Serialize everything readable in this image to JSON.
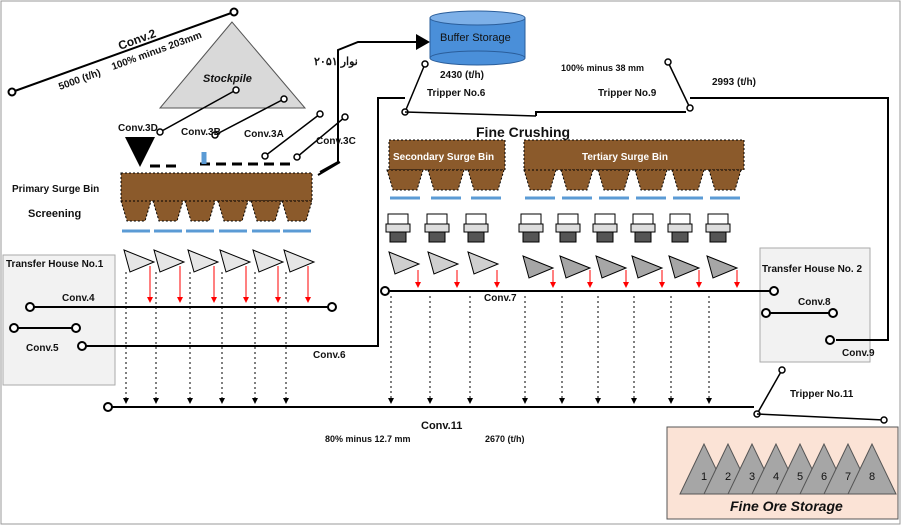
{
  "labels": {
    "conv2": "Conv.2",
    "conv2_rate": "5000 (t/h)",
    "conv2_size": "100% minus 203mm",
    "stockpile": "Stockpile",
    "conv3d": "Conv.3D",
    "conv3b": "Conv.3B",
    "conv3a": "Conv.3A",
    "conv3c": "Conv.3C",
    "arabic_conv": "نوار ۲۰۵۱",
    "buffer_storage": "Buffer Storage",
    "buffer_rate": "2430 (t/h)",
    "tripper6": "Tripper No.6",
    "size_38": "100% minus 38 mm",
    "tripper9": "Tripper No.9",
    "rate_2993": "2993 (t/h)",
    "fine_crushing": "Fine Crushing",
    "secondary_bin": "Secondary Surge Bin",
    "tertiary_bin": "Tertiary Surge Bin",
    "primary_bin": "Primary Surge Bin",
    "screening": "Screening",
    "transfer1": "Transfer House No.1",
    "transfer2": "Transfer House No. 2",
    "conv4": "Conv.4",
    "conv5": "Conv.5",
    "conv6": "Conv.6",
    "conv7": "Conv.7",
    "conv8": "Conv.8",
    "conv9": "Conv.9",
    "tripper11": "Tripper No.11",
    "conv11": "Conv.11",
    "size_127": "80% minus 12.7 mm",
    "rate_2670": "2670  (t/h)",
    "fine_ore": "Fine Ore Storage",
    "piles": [
      "1",
      "2",
      "3",
      "4",
      "5",
      "6",
      "7",
      "8"
    ]
  },
  "colors": {
    "bin_brown": "#8B5A2B",
    "buffer_blue": "#4a8fd9",
    "accent_blue": "#5b9bd5",
    "pile_gray": "#a6a6a6",
    "fine_ore_bg": "#fbe3d6",
    "transfer_bg": "#f2f2f2",
    "red_arrow": "#ff0000"
  }
}
